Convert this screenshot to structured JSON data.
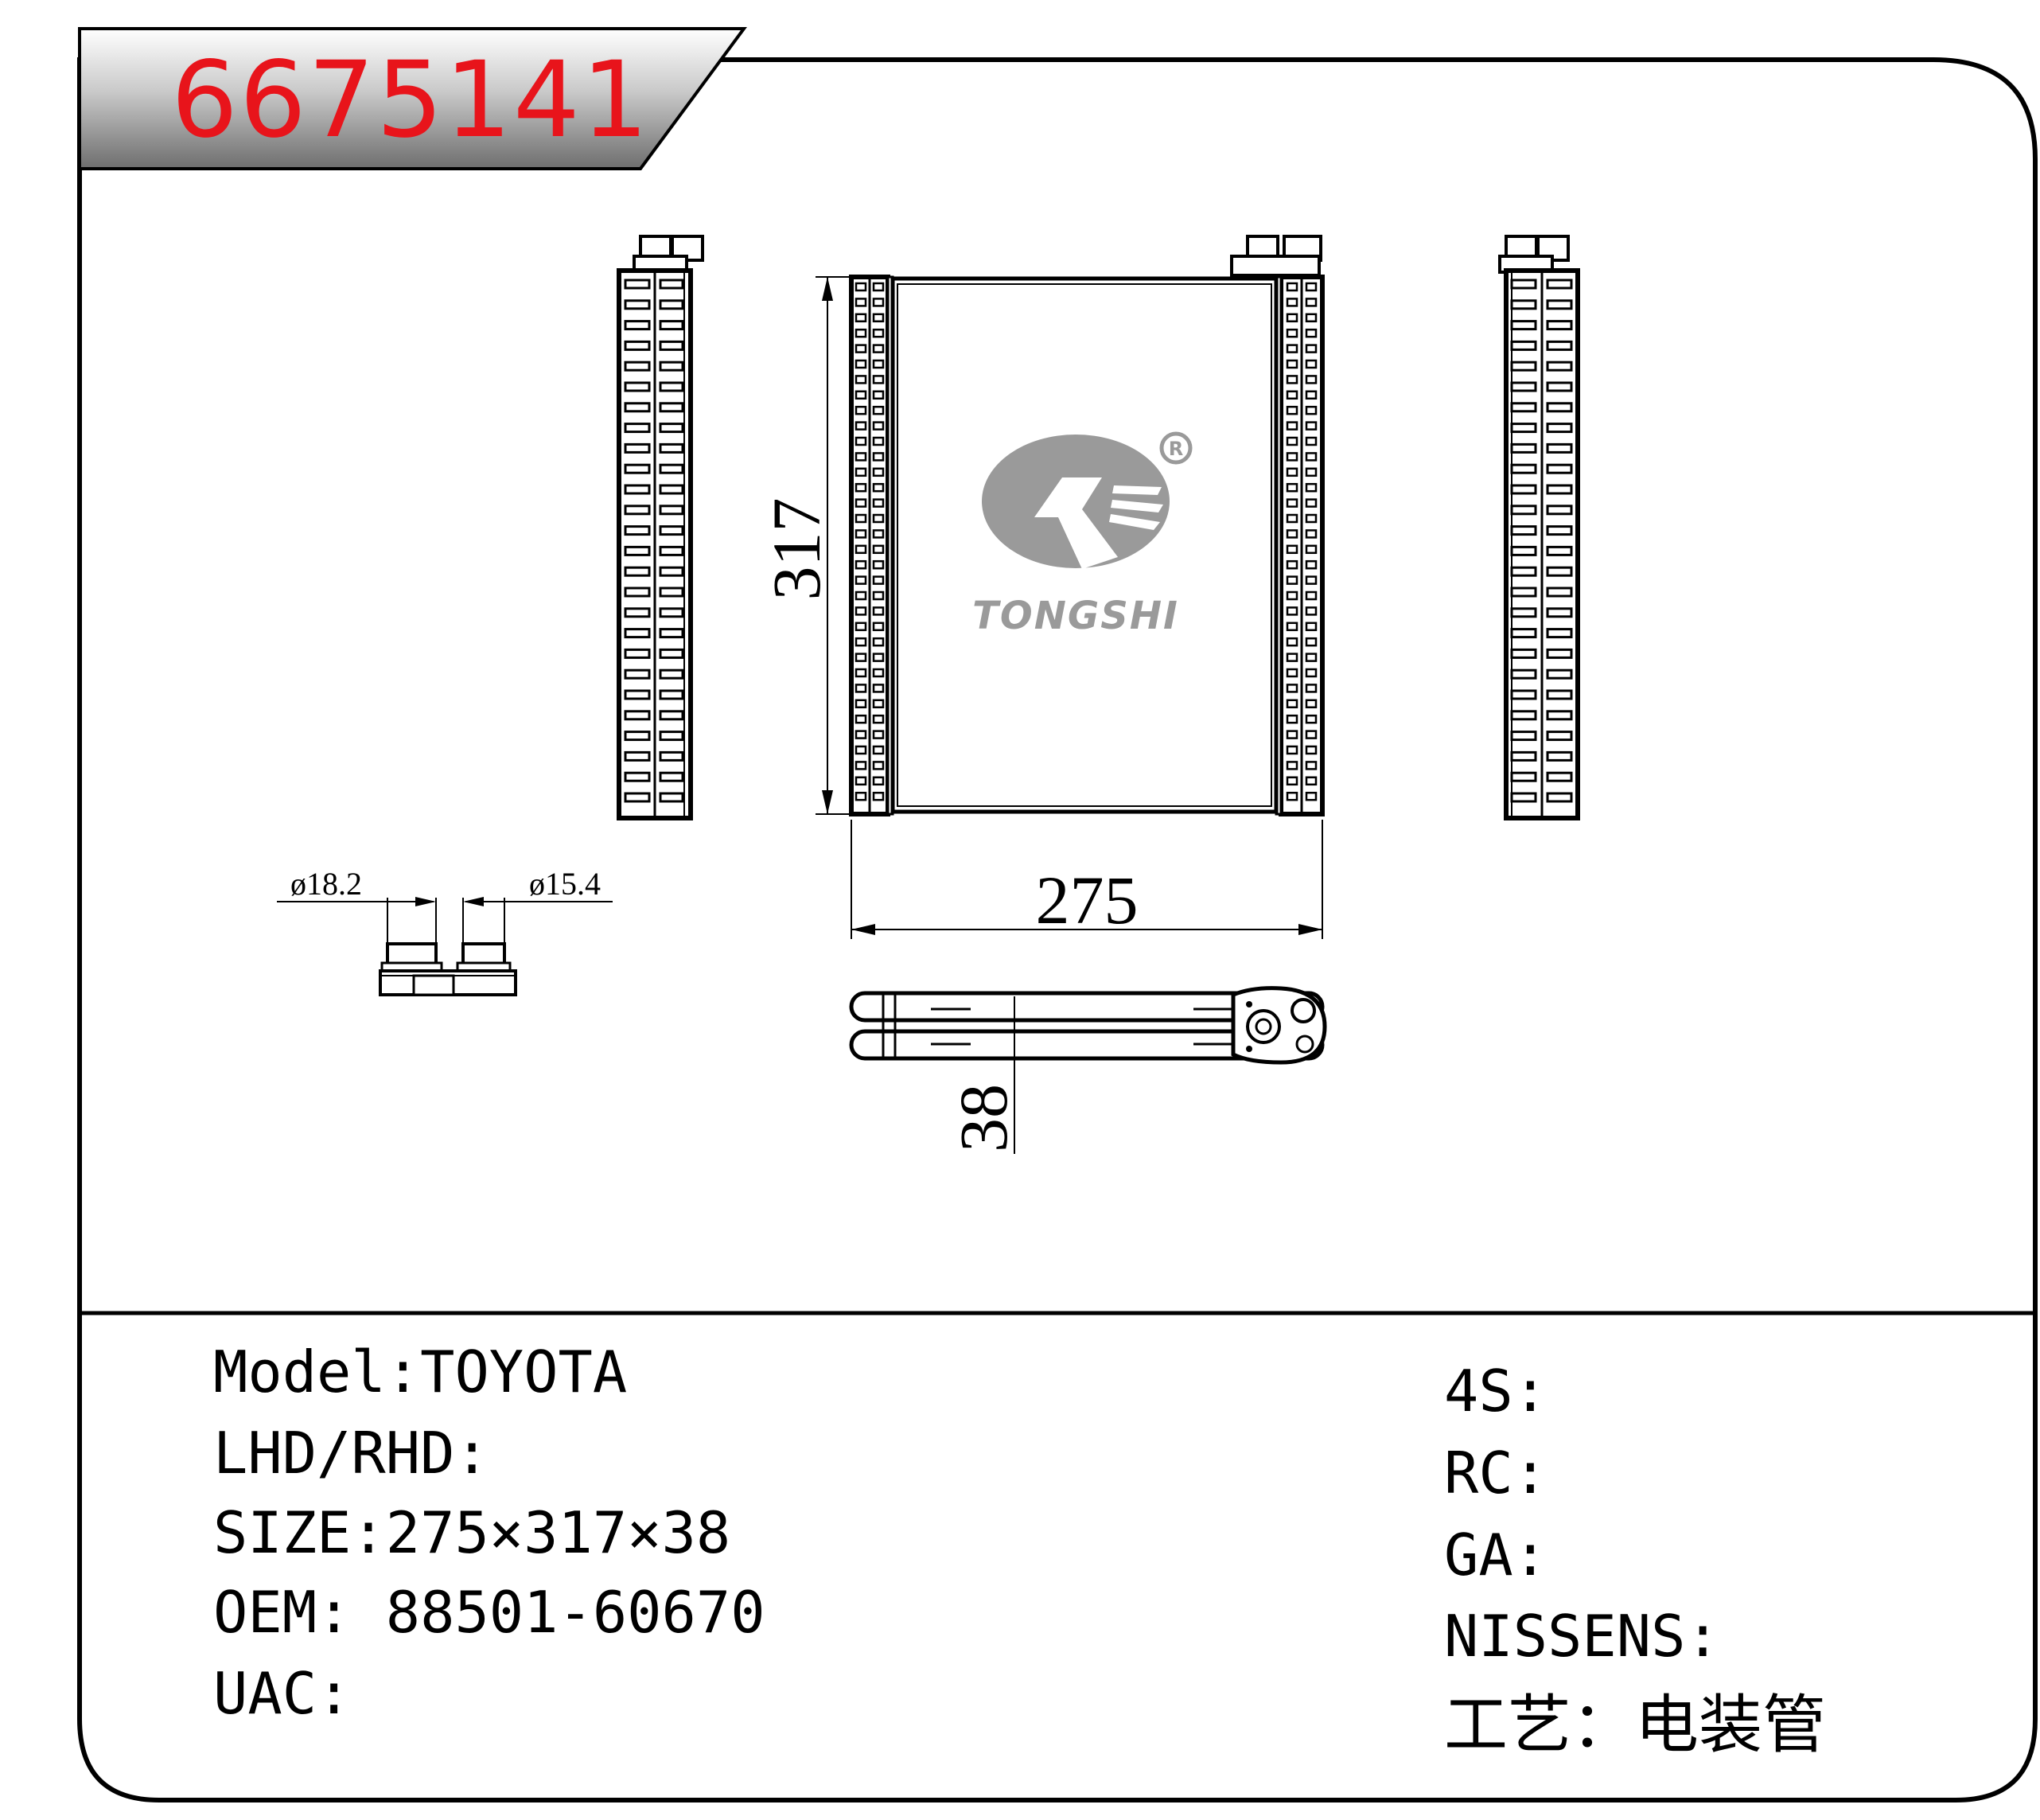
{
  "header": {
    "part_number": "6675141"
  },
  "drawing": {
    "dim_height": "317",
    "dim_width": "275",
    "dim_depth": "38",
    "pipe_left_diameter": "ø18.2",
    "pipe_right_diameter": "ø15.4",
    "logo_text": "TONGSHI",
    "registered_mark": "R"
  },
  "specs_left": [
    {
      "label": "Model",
      "sep": ":",
      "value": "TOYOTA"
    },
    {
      "label": "LHD/RHD",
      "sep": ":",
      "value": ""
    },
    {
      "label": "SIZE",
      "sep": ":",
      "value": "275×317×38"
    },
    {
      "label": "OEM",
      "sep": ": ",
      "value": "88501-60670"
    },
    {
      "label": "UAC",
      "sep": ":",
      "value": ""
    }
  ],
  "specs_right": [
    {
      "label": "4S",
      "sep": ":",
      "value": ""
    },
    {
      "label": "RC",
      "sep": ":",
      "value": ""
    },
    {
      "label": "GA",
      "sep": ":",
      "value": ""
    },
    {
      "label": "NISSENS",
      "sep": ":",
      "value": ""
    },
    {
      "label": "工艺",
      "sep": "：",
      "value": "电装管"
    }
  ],
  "colors": {
    "part_number": "#e8141b",
    "logo_gray": "#9a9a9a",
    "line": "#000000"
  }
}
